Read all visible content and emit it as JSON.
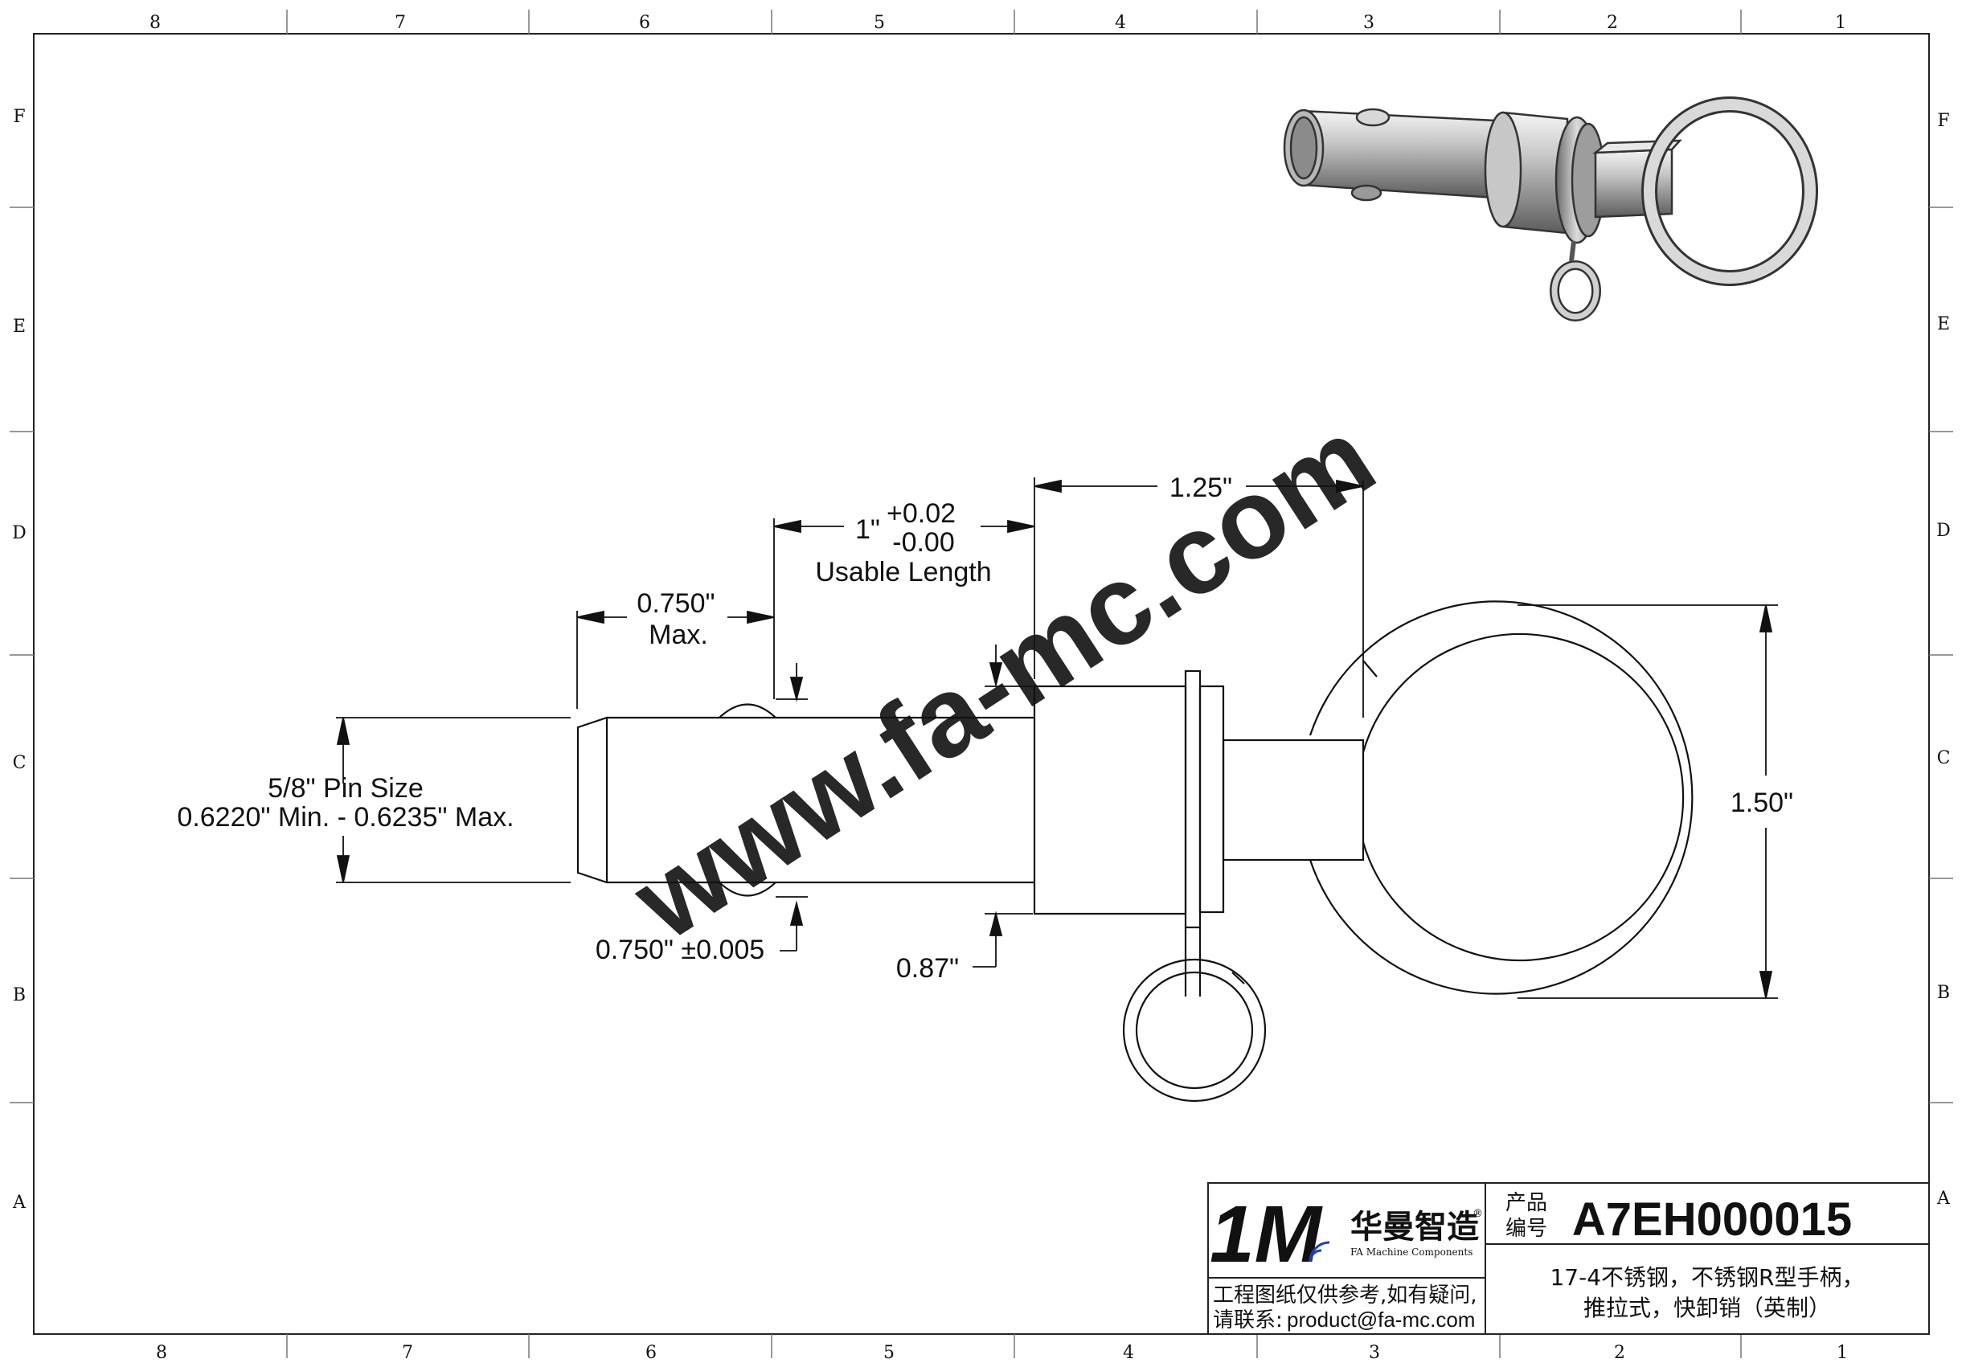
{
  "zones": {
    "columns": [
      "8",
      "7",
      "6",
      "5",
      "4",
      "3",
      "2",
      "1"
    ],
    "rows": [
      "F",
      "E",
      "D",
      "C",
      "B",
      "A"
    ]
  },
  "watermark": "www.fa-mc.com",
  "dimensions": {
    "plunger_length": "1.25\"",
    "usable_nominal": "1\"",
    "usable_tol_plus": "+0.02",
    "usable_tol_minus": "-0.00",
    "usable_caption": "Usable Length",
    "tip_length": "0.750\"",
    "tip_length_max": "Max.",
    "pin_size": "5/8\" Pin Size",
    "pin_diameter_range": "0.6220\" Min. - 0.6235\" Max.",
    "ball_position": "0.750\" ±0.005",
    "collar_diameter": "0.87\"",
    "ring_diameter": "1.50\""
  },
  "title_block": {
    "product_label_line1": "产品",
    "product_label_line2": "编号",
    "product_code": "A7EH000015",
    "brand_cn": "华曼智造",
    "brand_en": "FA Machine Components",
    "brand_registered": "®",
    "logo_text": "1M",
    "note_line1": "工程图纸仅供参考,如有疑问,",
    "note_line2_prefix": "请联系:",
    "note_email": "product@fa-mc.com",
    "desc_line1": "17-4不锈钢，不锈钢R型手柄，",
    "desc_line2": "推拉式，快卸销（英制）"
  },
  "colors": {
    "logo_green": "#2e8b3a",
    "logo_blue": "#1d3fb0",
    "email_blue": "#1a3fd0",
    "watermark": "#e4e3d6"
  }
}
